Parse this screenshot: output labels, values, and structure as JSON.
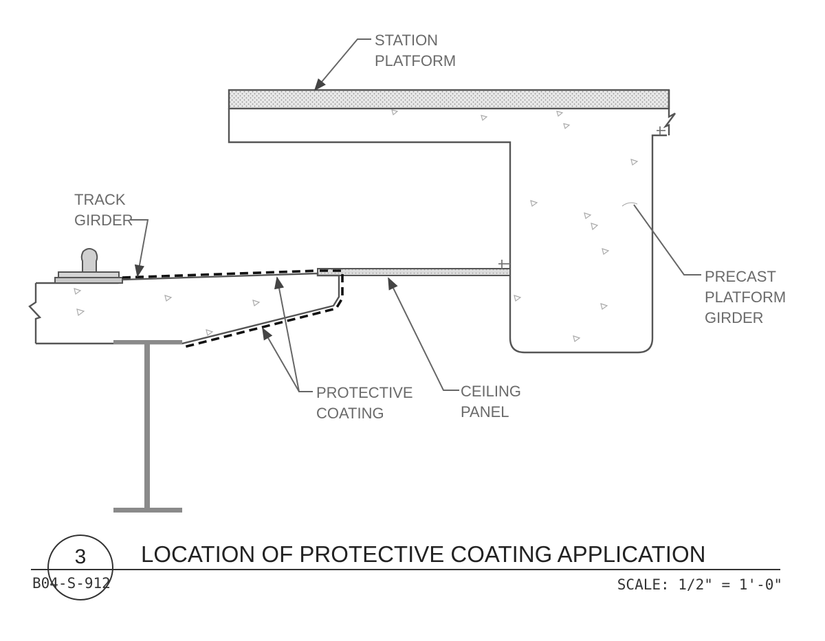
{
  "labels": {
    "station_platform": [
      "STATION",
      "PLATFORM"
    ],
    "track_girder": [
      "TRACK",
      "GIRDER"
    ],
    "precast_platform_girder": [
      "PRECAST",
      "PLATFORM",
      "GIRDER"
    ],
    "protective_coating": [
      "PROTECTIVE",
      "COATING"
    ],
    "ceiling_panel": [
      "CEILING",
      "PANEL"
    ]
  },
  "title_block": {
    "detail_number": "3",
    "sheet_ref": "B04-S-912",
    "title": "LOCATION OF PROTECTIVE COATING APPLICATION",
    "scale": "SCALE: 1/2\" = 1'-0\""
  }
}
